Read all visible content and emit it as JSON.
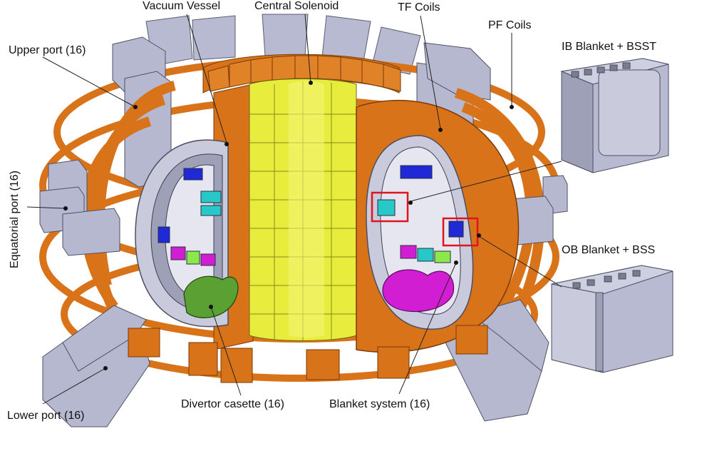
{
  "labels": {
    "vacuum_vessel": "Vacuum Vessel",
    "central_solenoid": "Central Solenoid",
    "tf_coils": "TF Coils",
    "pf_coils": "PF Coils",
    "ib_blanket": "IB Blanket  + BSST",
    "upper_port": "Upper port (16)",
    "equatorial_port": "Equatorial port (16)",
    "ob_blanket": "OB Blanket + BSS",
    "lower_port": "Lower port (16)",
    "divertor": "Divertor casette (16)",
    "blanket_system": "Blanket  system (16)"
  },
  "colors": {
    "coil_orange": "#d9731a",
    "coil_dark": "#a84f0c",
    "solenoid_yellow": "#e8ec3c",
    "port_grey": "#b6b8d0",
    "vessel_grey": "#c9cbdc",
    "blanket_blue": "#1f2ad6",
    "divertor_green": "#5aa033",
    "divertor_magenta": "#d21ed2",
    "highlight_red": "#e0141e"
  }
}
